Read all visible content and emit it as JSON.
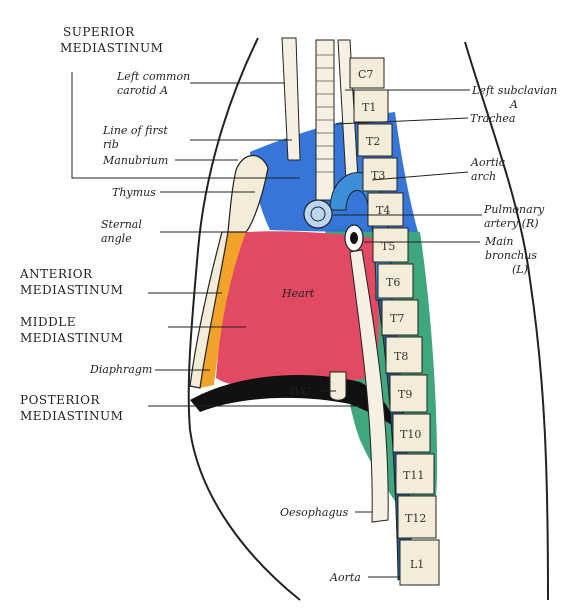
{
  "labels": {
    "superior_mediastinum": [
      "SUPERIOR",
      "MEDIASTINUM"
    ],
    "left_common_carotid": [
      "Left common",
      "carotid A"
    ],
    "line_of_first_rib": [
      "Line of first",
      "rib"
    ],
    "manubrium": "Manubrium",
    "thymus": "Thymus",
    "sternal_angle": [
      "Sternal",
      "angle"
    ],
    "anterior_mediastinum": [
      "ANTERIOR",
      "MEDIASTINUM"
    ],
    "middle_mediastinum": [
      "MIDDLE",
      "MEDIASTINUM"
    ],
    "diaphragm": "Diaphragm",
    "posterior_mediastinum": [
      "POSTERIOR",
      "MEDIASTINUM"
    ],
    "heart": "Heart",
    "ivc": "IVC",
    "oesophagus": "Oesophagus",
    "aorta": "Aorta",
    "left_subclavian": [
      "Left subclavian",
      "A"
    ],
    "trachea": "Trachea",
    "aortic_arch": [
      "Aortic",
      "arch"
    ],
    "pulmonary_artery": [
      "Pulmonary",
      "artery (R)"
    ],
    "main_bronchus": [
      "Main",
      "bronchus",
      "(L)"
    ]
  },
  "vertebrae": [
    "C7",
    "T1",
    "T2",
    "T3",
    "T4",
    "T5",
    "T6",
    "T7",
    "T8",
    "T9",
    "T10",
    "T11",
    "T12",
    "L1"
  ],
  "colors": {
    "superior": "#2a6fd6",
    "anterior": "#f0a22a",
    "middle": "#e24a63",
    "posterior": "#2f9e73",
    "bone": "#f2ecd8",
    "outline": "#222222"
  }
}
